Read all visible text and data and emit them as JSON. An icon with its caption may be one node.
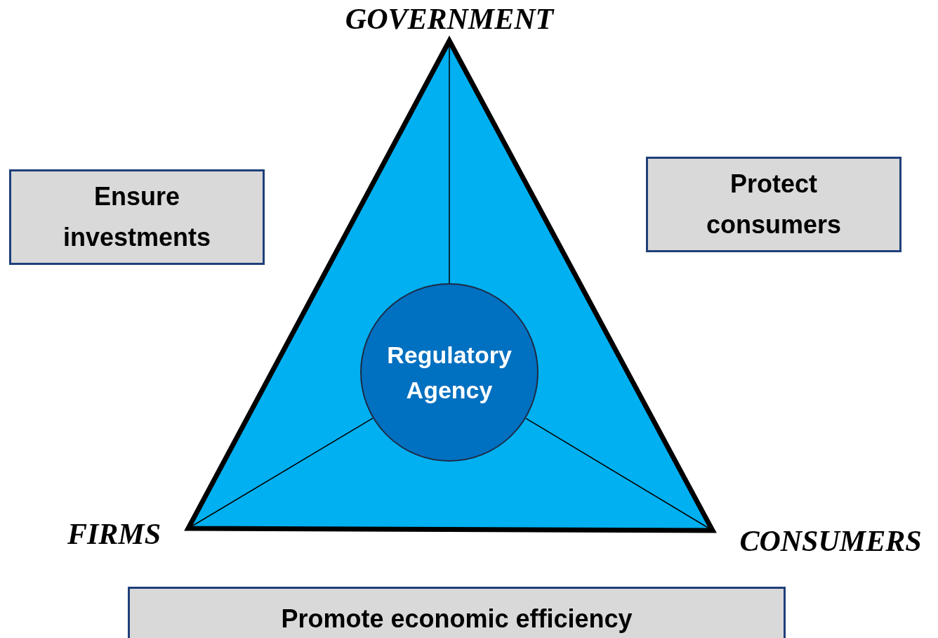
{
  "diagram": {
    "nodes": [
      {
        "text": [
          "GOVERNMENT"
        ]
      },
      {
        "text": [
          "FIRMS"
        ]
      },
      {
        "text": [
          "CONSUMERS"
        ]
      },
      {
        "text": [
          "Regulatory Agency"
        ]
      },
      {
        "text": [
          "Ensure investments"
        ]
      },
      {
        "text": [
          "Protect consumers"
        ]
      },
      {
        "text": [
          "Promote economic efficiency"
        ]
      }
    ],
    "edges": [
      {
        "from": 0,
        "to": 3,
        "arrow": "none"
      },
      {
        "from": 1,
        "to": 3,
        "arrow": "none"
      },
      {
        "from": 2,
        "to": 3,
        "arrow": "none"
      }
    ]
  }
}
